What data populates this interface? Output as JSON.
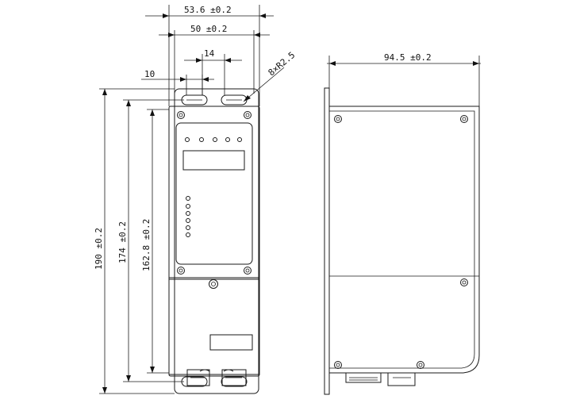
{
  "dimensions": {
    "overall_width": "53.6 ±0.2",
    "hole_spacing": "50 ±0.2",
    "slot_width": "14",
    "slot_offset": "10",
    "slot_radius": "8×R2.5",
    "depth": "94.5 ±0.2",
    "overall_height": "190 ±0.2",
    "slot_center_height": "174 ±0.2",
    "body_height": "162.8 ±0.2"
  },
  "colors": {
    "line": "#1a1a1a",
    "background": "#ffffff"
  }
}
